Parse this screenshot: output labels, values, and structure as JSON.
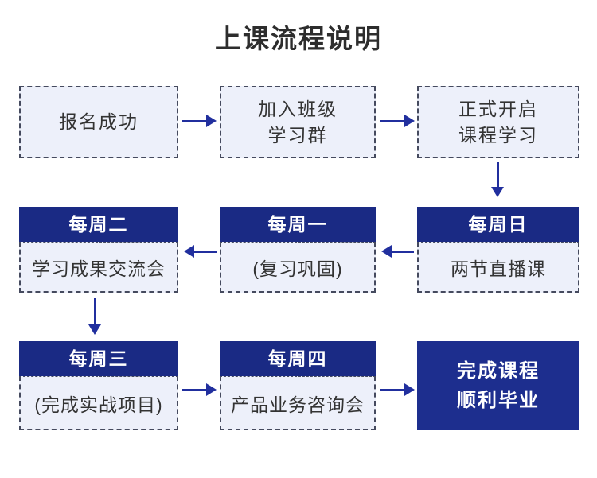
{
  "title": "上课流程说明",
  "colors": {
    "navy": "#1a2a84",
    "navy_solid": "#1d2e8e",
    "arrow": "#212f9e",
    "box_fill": "#edf0fa",
    "box_border": "#454a5e",
    "text": "#333333",
    "header_text": "#ffffff",
    "title_color": "#2d2d2d"
  },
  "row1": [
    {
      "lines": [
        "报名成功"
      ]
    },
    {
      "lines": [
        "加入班级",
        "学习群"
      ]
    },
    {
      "lines": [
        "正式开启",
        "课程学习"
      ]
    }
  ],
  "row2": [
    {
      "header": "每周二",
      "body": "学习成果交流会"
    },
    {
      "header": "每周一",
      "body": "(复习巩固)"
    },
    {
      "header": "每周日",
      "body": "两节直播课"
    }
  ],
  "row3": [
    {
      "header": "每周三",
      "body": "(完成实战项目)"
    },
    {
      "header": "每周四",
      "body": "产品业务咨询会"
    },
    {
      "final_lines": [
        "完成课程",
        "顺利毕业"
      ]
    }
  ]
}
